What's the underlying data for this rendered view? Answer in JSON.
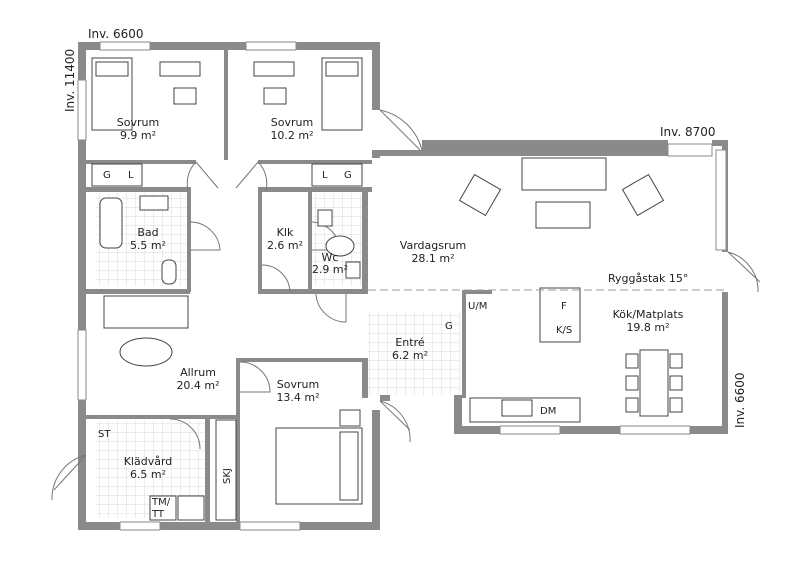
{
  "dimensions": {
    "inv_6600_top": "Inv. 6600",
    "inv_11400": "Inv. 11400",
    "inv_8700": "Inv. 8700",
    "inv_6600_right": "Inv. 6600"
  },
  "roof_note": "Ryggåstak 15°",
  "rooms": {
    "sovrum1": {
      "name": "Sovrum",
      "area": "9.9 m²"
    },
    "sovrum2": {
      "name": "Sovrum",
      "area": "10.2 m²"
    },
    "bad": {
      "name": "Bad",
      "area": "5.5 m²"
    },
    "klk": {
      "name": "Klk",
      "area": "2.6 m²"
    },
    "wc": {
      "name": "Wc",
      "area": "2.9 m²"
    },
    "vardagsrum": {
      "name": "Vardagsrum",
      "area": "28.1 m²"
    },
    "allrum": {
      "name": "Allrum",
      "area": "20.4 m²"
    },
    "entre": {
      "name": "Entré",
      "area": "6.2 m²"
    },
    "kok": {
      "name": "Kök/Matplats",
      "area": "19.8 m²"
    },
    "sovrum3": {
      "name": "Sovrum",
      "area": "13.4 m²"
    },
    "kladvard": {
      "name": "Klädvård",
      "area": "6.5 m²"
    }
  },
  "fixtures": {
    "g1": "G",
    "l1": "L",
    "l2": "L",
    "g2": "G",
    "um": "U/M",
    "f": "F",
    "ks": "K/S",
    "g3": "G",
    "dm": "DM",
    "st": "ST",
    "tmtt_1": "TM/",
    "tmtt_2": "TT",
    "skj": "SKJ"
  }
}
